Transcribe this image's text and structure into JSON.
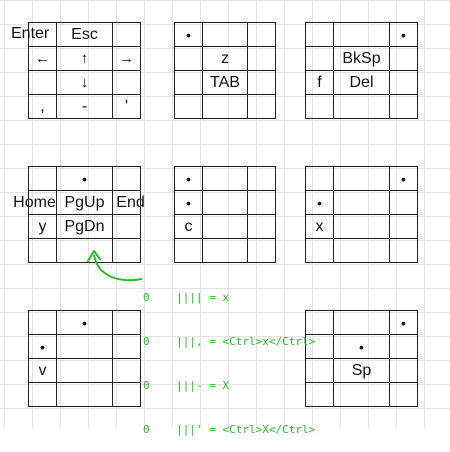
{
  "groups": [
    {
      "name": "group-1",
      "rows": [
        [
          "",
          "Esc",
          ""
        ],
        [
          "←",
          "↑",
          "→"
        ],
        [
          "",
          "↓",
          ""
        ],
        [
          ",",
          "-",
          "'"
        ]
      ],
      "outside_label": "Enter"
    },
    {
      "name": "group-2",
      "rows": [
        [
          "•",
          "",
          ""
        ],
        [
          "",
          "z",
          ""
        ],
        [
          "",
          "TAB",
          ""
        ],
        [
          "",
          "",
          ""
        ]
      ]
    },
    {
      "name": "group-3",
      "rows": [
        [
          "",
          "",
          "•"
        ],
        [
          "",
          "BkSp",
          ""
        ],
        [
          "f",
          "Del",
          ""
        ],
        [
          "",
          "",
          ""
        ]
      ]
    },
    {
      "name": "group-4",
      "rows": [
        [
          "",
          "•",
          ""
        ],
        [
          "Home",
          "PgUp",
          "End"
        ],
        [
          "y",
          "PgDn",
          ""
        ],
        [
          "",
          "",
          ""
        ]
      ]
    },
    {
      "name": "group-5",
      "rows": [
        [
          "•",
          "",
          ""
        ],
        [
          "•",
          "",
          ""
        ],
        [
          "c",
          "",
          ""
        ],
        [
          "",
          "",
          ""
        ]
      ]
    },
    {
      "name": "group-6",
      "rows": [
        [
          "",
          "",
          "•"
        ],
        [
          "•",
          "",
          ""
        ],
        [
          "x",
          "",
          ""
        ],
        [
          "",
          "",
          ""
        ]
      ]
    },
    {
      "name": "group-7",
      "rows": [
        [
          "",
          "•",
          ""
        ],
        [
          "•",
          "",
          ""
        ],
        [
          "v",
          "",
          ""
        ],
        [
          "",
          "",
          ""
        ]
      ]
    },
    {
      "name": "group-8",
      "rows": [
        [
          "",
          "",
          "•"
        ],
        [
          "",
          "•",
          ""
        ],
        [
          "",
          "Sp",
          ""
        ],
        [
          "",
          "",
          ""
        ]
      ]
    }
  ],
  "annotation": {
    "lines": [
      "0    |||| = x",
      "0    |||, = <Ctrl>x</Ctrl>",
      "0    |||- = X",
      "0    |||' = <Ctrl>X</Ctrl>"
    ],
    "color": "#22c022"
  },
  "colors": {
    "grid_line": "#222222",
    "sheet_grid": "#e2e2e2",
    "annotation": "#22c022"
  }
}
